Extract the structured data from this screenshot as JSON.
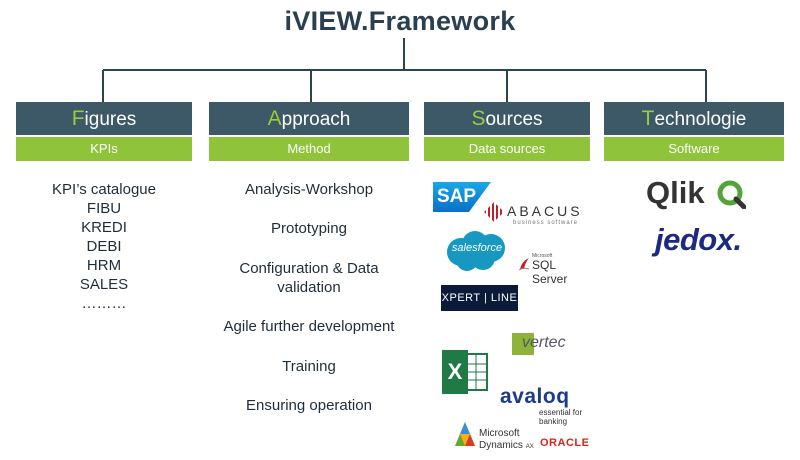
{
  "title": "iVIEW.Framework",
  "columns": [
    {
      "head_first": "F",
      "head_rest": "igures",
      "sub": "KPIs",
      "items": [
        "KPI’s catalogue",
        "FIBU",
        "KREDI",
        "DEBI",
        "HRM",
        "SALES",
        "………"
      ]
    },
    {
      "head_first": "A",
      "head_rest": "pproach",
      "sub": "Method",
      "items": [
        "Analysis-Workshop",
        "Prototyping",
        "Configuration & Data",
        "validation",
        "Agile further development",
        "Training",
        "Ensuring operation"
      ]
    },
    {
      "head_first": "S",
      "head_rest": "ources",
      "sub": "Data sources"
    },
    {
      "head_first": "T",
      "head_rest": "echnologie",
      "sub": "Software"
    }
  ],
  "logos": {
    "sap": "SAP",
    "abacus": "ABACUS",
    "abacus_tag": "business software",
    "salesforce": "salesforce",
    "sql_small": "Microsoft",
    "sqlserver": "SQL Server",
    "xpert": "XPERT | LINE",
    "vertec": "vertec",
    "excel": "X",
    "avaloq": "avaloq",
    "avaloq_tag": "essential for banking",
    "ms_word1": "Microsoft",
    "ms_word2": "Dynamics",
    "ms_ax": "AX",
    "oracle": "ORACLE",
    "qlik": "Qlik",
    "jedox": "jedox."
  },
  "colors": {
    "head_bg": "#3d5866",
    "accent_green": "#8fc33a",
    "line": "#2a4452"
  }
}
